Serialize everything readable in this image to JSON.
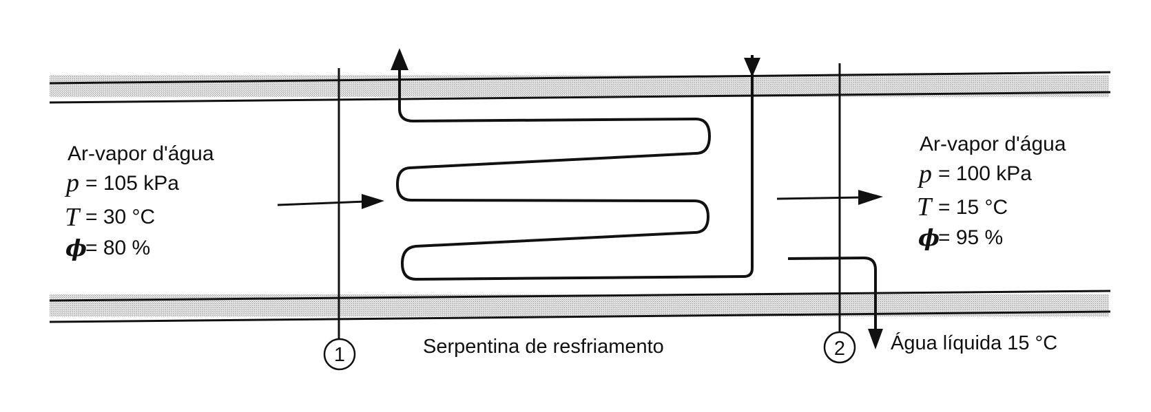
{
  "inlet": {
    "title": "Ar-vapor d'água",
    "p_symbol": "p",
    "p_value": "= 105 kPa",
    "t_symbol": "T",
    "t_value": "= 30 °C",
    "phi_symbol": "ϕ",
    "phi_value": "= 80 %"
  },
  "outlet": {
    "title": "Ar-vapor d'água",
    "p_symbol": "p",
    "p_value": "= 100 kPa",
    "t_symbol": "T",
    "t_value": "= 15 °C",
    "phi_symbol": "ϕ",
    "phi_value": "= 95 %"
  },
  "coil_label": "Serpentina de resfriamento",
  "condensate_label": "Água líquida 15 °C",
  "section_1": "1",
  "section_2": "2",
  "colors": {
    "line": "#111111",
    "duct_fill": "#cfcfcf"
  }
}
